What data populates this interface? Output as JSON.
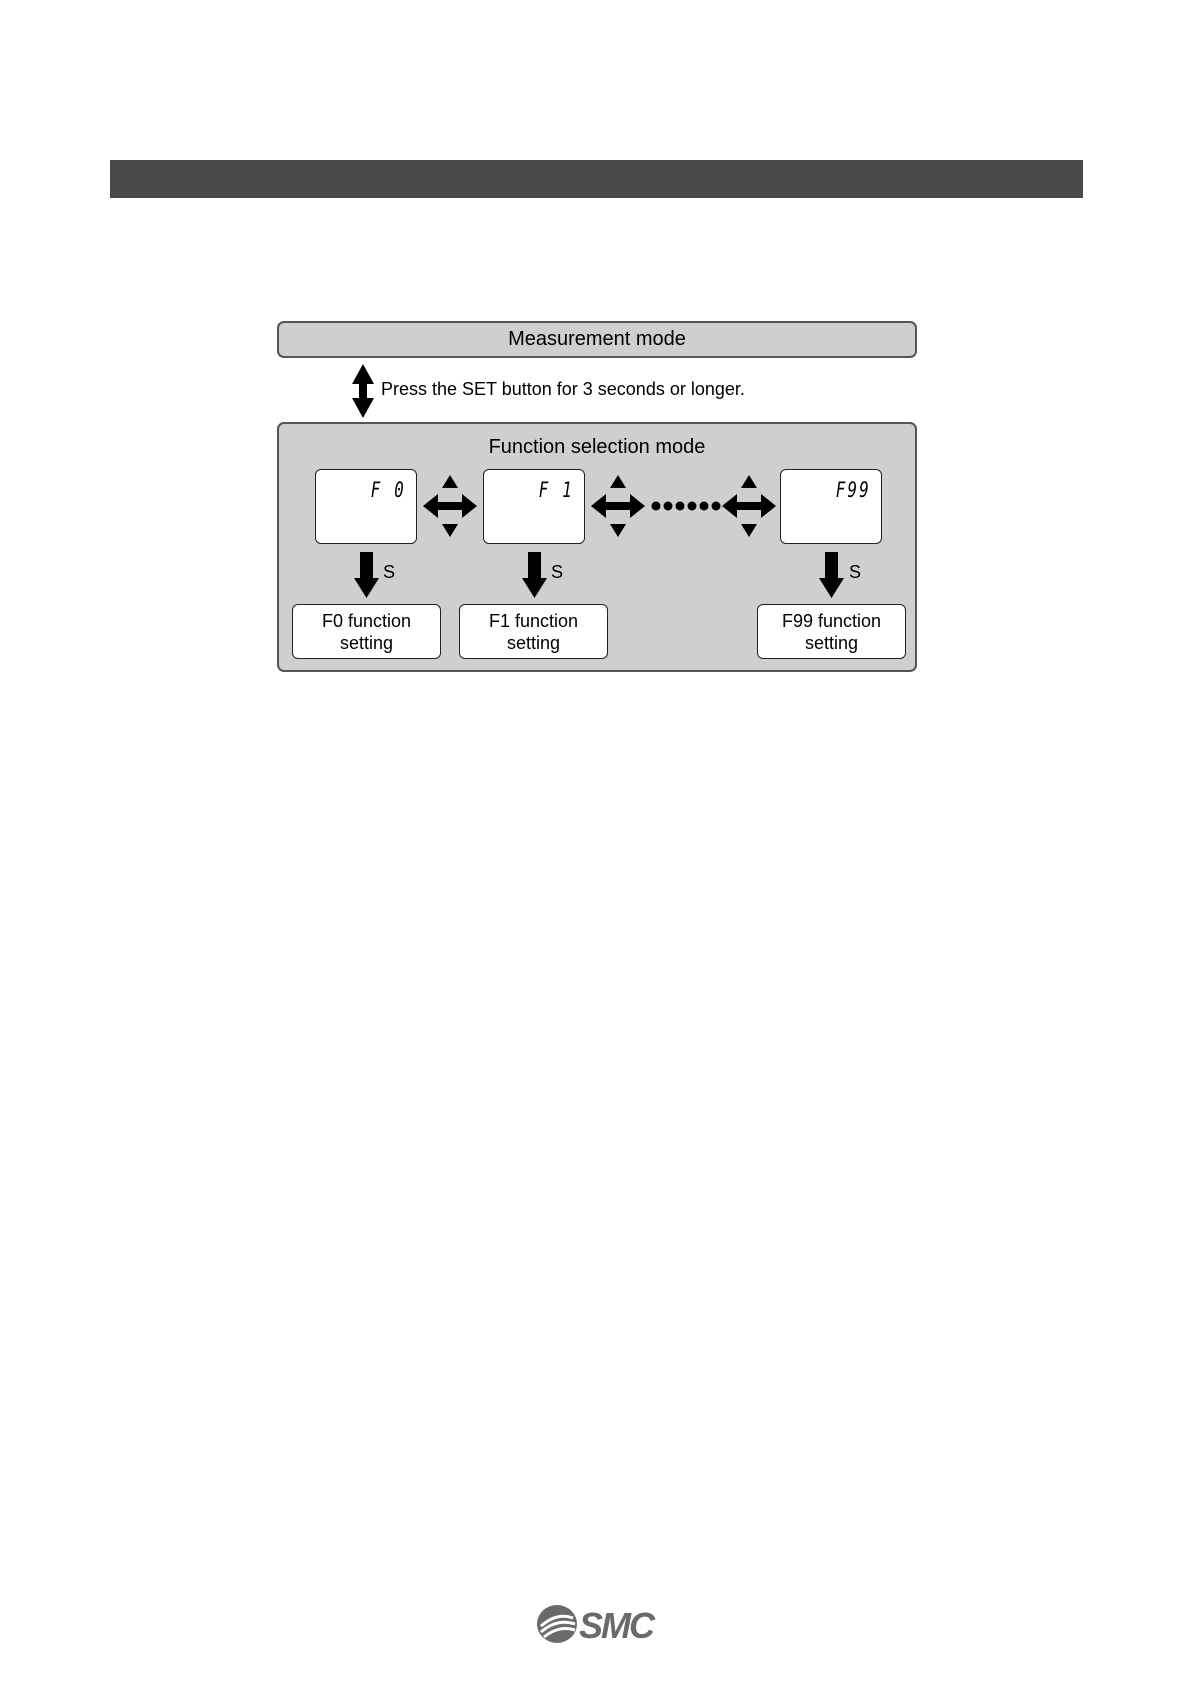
{
  "measurement_mode_label": "Measurement mode",
  "press_instruction": "Press the SET button for 3 seconds or longer.",
  "function_selection_title": "Function selection mode",
  "displays": [
    {
      "code": "F 0"
    },
    {
      "code": "F 1"
    },
    {
      "code": "F99"
    }
  ],
  "settings": [
    {
      "line1": "F0 function",
      "line2": "setting"
    },
    {
      "line1": "F1 function",
      "line2": "setting"
    },
    {
      "line1": "F99 function",
      "line2": "setting"
    }
  ],
  "set_key_label": "S",
  "logo_text": "SMC"
}
